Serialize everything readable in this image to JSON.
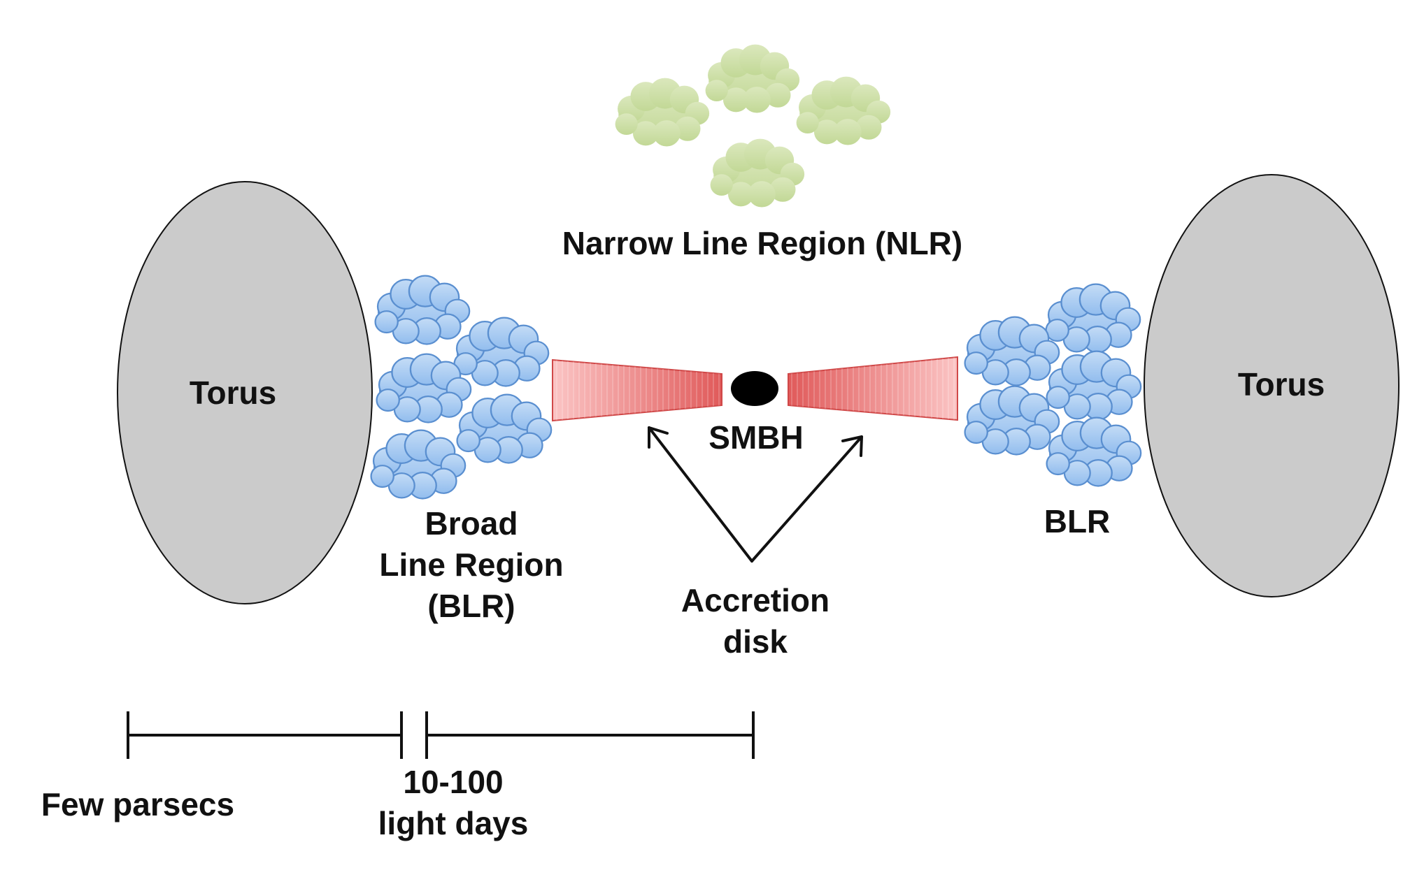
{
  "labels": {
    "torus_left": "Torus",
    "torus_right": "Torus",
    "nlr": "Narrow Line Region (NLR)",
    "blr_left_line1": "Broad",
    "blr_left_line2": "Line Region",
    "blr_left_line3": "(BLR)",
    "blr_right": "BLR",
    "smbh": "SMBH",
    "accretion_line1": "Accretion",
    "accretion_line2": "disk",
    "scale_left": "Few parsecs",
    "scale_mid_line1": "10-100",
    "scale_mid_line2": "light days"
  },
  "colors": {
    "torus_fill": "#cbcbcb",
    "torus_stroke": "#111111",
    "blr_cloud_fill": "#a8cbf0",
    "blr_cloud_stroke": "#5a8fd0",
    "nlr_cloud_fill": "#cfe0a8",
    "disk_outer": "#f9c0c0",
    "disk_inner": "#e25a5a",
    "disk_stroke": "#d04848",
    "smbh_fill": "#000000",
    "line": "#111111"
  }
}
